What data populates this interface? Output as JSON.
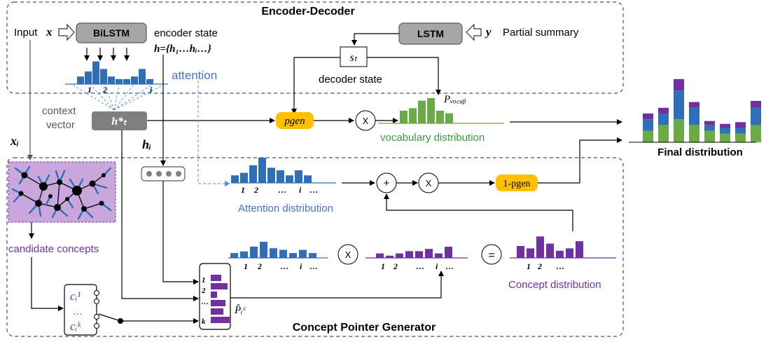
{
  "title": "Encoder-Decoder",
  "bottom_title": "Concept Pointer Generator",
  "encoder": {
    "input_label": "Input",
    "input_var": "x",
    "bilstm": "BiLSTM",
    "state_label": "encoder state",
    "state_eq": "h={h₁…hᵢ…}",
    "attention_label": "attention"
  },
  "decoder": {
    "lstm": "LSTM",
    "y_var": "y",
    "partial": "Partial summary",
    "st": "sₜ",
    "state_label": "decoder state"
  },
  "context": {
    "label1": "context",
    "label2": "vector",
    "box": "h*ₜ"
  },
  "vars": {
    "xi": "xᵢ",
    "hi": "hᵢ",
    "pvocab": "Pᵥₒ꜀ₐᵦ",
    "phat": "P̂ᵢᶜ"
  },
  "ops": {
    "pgen": "pgen",
    "one_minus_pgen": "1-pgen",
    "times": "X",
    "plus": "+",
    "equals": "="
  },
  "labels": {
    "vocab_dist": "vocabulary distribution",
    "final_dist": "Final distribution",
    "attn_dist": "Attention distribution",
    "candidate": "candidate concepts",
    "concept_dist": "Concept distribution"
  },
  "axis": {
    "t1": "1",
    "t2": "2",
    "dots": "…",
    "ti": "i",
    "tdots": "…",
    "k": "k"
  },
  "concepts": {
    "c1": "cᵢ¹",
    "cdots": "…",
    "ck": "cᵢᵏ"
  },
  "colors": {
    "blue": "#2f6fb7",
    "green": "#6aab45",
    "purple": "#7030a0",
    "yellow": "#ffc000",
    "grey_box": "#7f7f7f",
    "dashed_border": "#2f5597"
  },
  "chart_data": [
    {
      "name_ref": "attention-over-input",
      "type": "bar",
      "values": [
        3,
        5,
        9,
        6,
        3,
        2,
        2,
        3,
        6,
        2
      ]
    },
    {
      "name_ref": "vocabulary-distribution",
      "type": "bar",
      "values": [
        5,
        6,
        9,
        10,
        5,
        4
      ]
    },
    {
      "name_ref": "attention-distribution",
      "type": "bar",
      "values": [
        3,
        4,
        7,
        10,
        6,
        5,
        3,
        5,
        3
      ]
    },
    {
      "name_ref": "attention-distribution-2",
      "type": "bar",
      "values": [
        3,
        4,
        7,
        10,
        6,
        5,
        3,
        5,
        3
      ]
    },
    {
      "name_ref": "concept-weights",
      "type": "bar",
      "values": [
        5,
        8,
        3,
        7,
        6,
        9
      ]
    },
    {
      "name_ref": "concept-distribution",
      "type": "bar",
      "values": [
        5,
        4,
        9,
        6,
        3,
        4,
        7
      ]
    },
    {
      "name_ref": "final-distribution",
      "type": "stacked-bar",
      "series": [
        {
          "color": "green",
          "values": [
            2,
            3,
            4,
            3,
            2,
            1.5,
            1.5,
            3
          ]
        },
        {
          "color": "blue",
          "values": [
            2,
            2,
            5,
            3,
            1,
            1,
            1,
            3
          ]
        },
        {
          "color": "purple",
          "values": [
            1,
            1,
            2,
            1,
            0.7,
            0.7,
            1,
            1.2
          ]
        }
      ]
    }
  ]
}
